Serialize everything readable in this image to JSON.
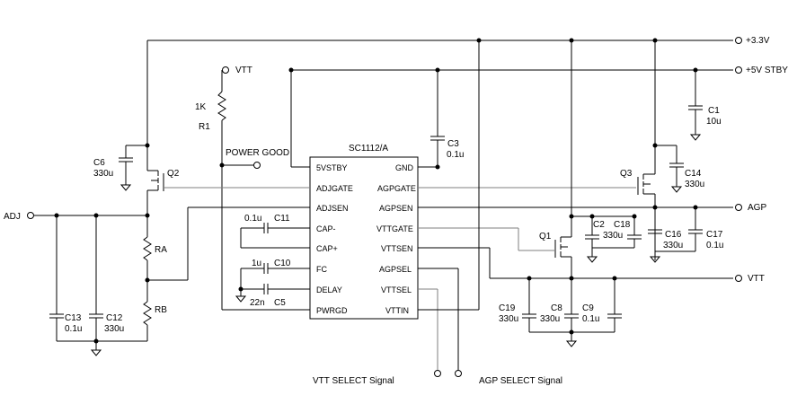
{
  "chip": {
    "name": "SC1112/A",
    "pins_left": [
      "5VSTBY",
      "ADJGATE",
      "ADJSEN",
      "CAP-",
      "CAP+",
      "FC",
      "DELAY",
      "PWRGD"
    ],
    "pins_right": [
      "GND",
      "AGPGATE",
      "AGPSEN",
      "VTTGATE",
      "VTTSEN",
      "AGPSEL",
      "VTTSEL",
      "VTTIN"
    ]
  },
  "rails": {
    "v33": "+3.3V",
    "v5stby": "+5V STBY",
    "agp": "AGP",
    "vtt_out": "VTT",
    "vtt_pullup": "VTT",
    "adj": "ADJ"
  },
  "power_good": "POWER GOOD",
  "signals": {
    "vtt_select": "VTT SELECT Signal",
    "agp_select": "AGP SELECT Signal"
  },
  "components": {
    "R1": {
      "name": "R1",
      "value": "1K"
    },
    "RA": {
      "name": "RA"
    },
    "RB": {
      "name": "RB"
    },
    "Q1": {
      "name": "Q1"
    },
    "Q2": {
      "name": "Q2"
    },
    "Q3": {
      "name": "Q3"
    },
    "C1": {
      "name": "C1",
      "value": "10u"
    },
    "C2": {
      "name": "C2"
    },
    "C3": {
      "name": "C3",
      "value": "0.1u"
    },
    "C5": {
      "name": "C5",
      "value": "22n"
    },
    "C6": {
      "name": "C6",
      "value": "330u"
    },
    "C8": {
      "name": "C8",
      "value": "330u"
    },
    "C9": {
      "name": "C9",
      "value": "0.1u"
    },
    "C10": {
      "name": "C10",
      "value": "1u"
    },
    "C11": {
      "name": "C11",
      "value": "0.1u"
    },
    "C12": {
      "name": "C12",
      "value": "330u"
    },
    "C13": {
      "name": "C13",
      "value": "0.1u"
    },
    "C14": {
      "name": "C14",
      "value": "330u"
    },
    "C16": {
      "name": "C16",
      "value": "330u"
    },
    "C17": {
      "name": "C17",
      "value": "0.1u"
    },
    "C18": {
      "name": "C18",
      "value": "330u"
    },
    "C19": {
      "name": "C19",
      "value": "330u"
    }
  }
}
